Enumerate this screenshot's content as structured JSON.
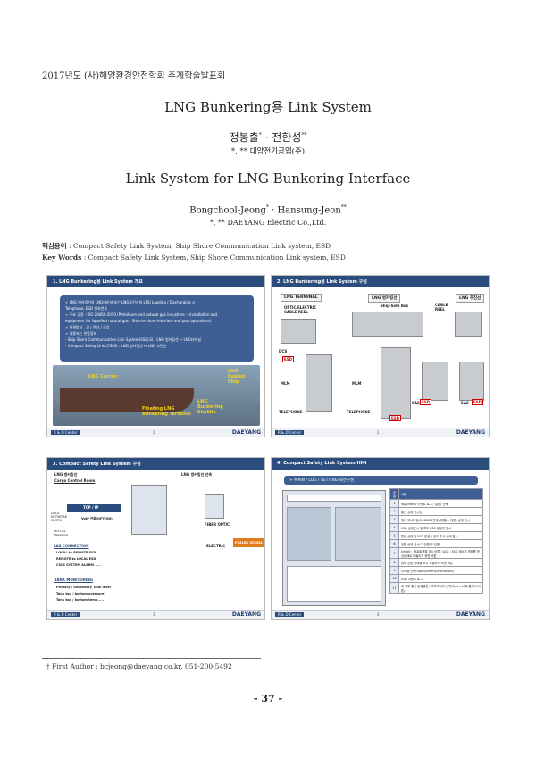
{
  "header": {
    "conference": "2017년도 (사)해양환경안전학회 추계학술발표회"
  },
  "title_kr": "LNG Bunkering용 Link System",
  "authors_kr": {
    "names": "정봉출",
    "sep": " · ",
    "second": "전한성",
    "mark1": "*",
    "mark2": "**"
  },
  "affiliation_kr": "*, ** 대양전기공업(주)",
  "title_en": "Link System for LNG Bunkering Interface",
  "authors_en": {
    "first": "Bongchool-Jeong",
    "mark1": "*",
    "sep": " · ",
    "second": "Hansung-Jeon",
    "mark2": "**"
  },
  "affiliation_en": "*, ** DAEYANG Electric Co.,Ltd.",
  "keywords_kr": {
    "label": "핵심용어",
    "text": " : Compact Safety Link System, Ship Shore Communication Link system, ESD"
  },
  "keywords_en": {
    "label": "Key Words",
    "text": " : Compact Safety Link System, Ship Shore Communication Link system, ESD"
  },
  "slides": [
    {
      "title": "1. LNG Bunkering용 Link System 개요",
      "page": "2",
      "bullets": [
        "➢ LNG 벙커링선의 LNG터미널 또는 LNG추진선의 LNG Loading / Discharging 시",
        "   Telephone, ESD 신호연동",
        "➢ 주요 규정 : ISO 28460:2010 (Petroleum and natural gas industries -- Installation and",
        "   equipment for liquefied natural gas - Ship-to-shore interface and port operations)",
        "➢ 연결방식 : 광 / 전기 / 공압",
        "➢ 사용되는 연동장비",
        "  - Ship Shore Communication Link System(SSCLS) : LNG 벙커링선 ↔ LNG터미널",
        "  - Compact Safety Link (CSLS) : LNG 벙커링선 ↔ LNG 추진선"
      ],
      "labels": [
        "LNG Carrier",
        "LNG Fueled Ship",
        "Floating LNG Bunkering Terminal",
        "LNG Bunkering Shuttle"
      ]
    },
    {
      "title": "2. LNG Bunkering용 Link System 구성",
      "page": "2",
      "cols": [
        "LNG TERMINAL",
        "LNG 벙커링선",
        "LNG 추진선"
      ],
      "labels": [
        "OPTIC/ELECTRIC CABLE REEL",
        "Ship-Side Box",
        "CABLE REEL",
        "DCS",
        "MLM",
        "MLM",
        "TELEPHONE",
        "TELEPHONE",
        "SAS",
        "SAS",
        "ESD",
        "ESD",
        "ESD",
        "ESD"
      ]
    },
    {
      "title": "3. Compact Safety Link System 구성",
      "page": "3",
      "left_title": "LNG 벙커링선",
      "left_sub": "Cargo Control Room",
      "right_title": "LNG 벙커링선 선측",
      "items": [
        "TCP / IP",
        "DATA NETWORK SWITCH",
        "VoIP 전화(OPTION)",
        "Hot Line Telephone",
        "FIBER OPTIC",
        "ELECTRIC",
        "FUELED VESSEL"
      ],
      "ias_title": "IAS CONNECTION",
      "ias": [
        "LOCAL to REMOTE ESD",
        "REMOTE to LOCAL ESD",
        "CSLS SYSTEM ALARM ....."
      ],
      "tank_title": "TANK MONITORING",
      "tank": [
        "Primary / Secondary Tank level",
        "Tank top / bottom pressure",
        "Tank top / bottom temp....."
      ]
    },
    {
      "title": "4. Compact Safety Link System HMI",
      "page": "4",
      "sub": "➢ MAIN / LOG / SETTING 화면구성",
      "table_head": [
        "순번",
        "내용"
      ],
      "rows": [
        [
          "1",
          "메뉴(Main / 이벤트 로그 / 설정) 선택"
        ],
        [
          "2",
          "통신 상태 표시등"
        ],
        [
          "3",
          "탱크 모니터링(MODBUS연계)(레벨/스 제품) 상태 표시"
        ],
        [
          "4",
          "ESD 상태표시 및 최조 ESD 발생지 표시"
        ],
        [
          "5",
          "탈선 상태 및 ESD 발생시 인트 우사 상태 표시"
        ],
        [
          "6",
          "인원 상태 표시(기 인원/포 인원)"
        ],
        [
          "7",
          "Inhibit : ESD발생을 무시 버튼 / ACK : ESD 제소후 경례를 정상상태로 되돌리기 위한 버튼"
        ],
        [
          "8",
          "현재 긍정 상태를 보고 시점까지 되면 버튼"
        ],
        [
          "9",
          "시스템 선택(Optic/Electric/Pneumatic)"
        ],
        [
          "10",
          "ESD 이벤트 로그"
        ],
        [
          "11",
          "내 외부 통신 환경설정 / 조작모니터 선택(Touch LCD/몰리어 버튼)"
        ]
      ]
    }
  ],
  "footer_brand": {
    "rd": "R & D Center",
    "logo": "DAEYANG"
  },
  "footnote": "† First Author : bcjeong@daeyang.co.kr, 051-200-5492",
  "page_number": "- 37 -"
}
